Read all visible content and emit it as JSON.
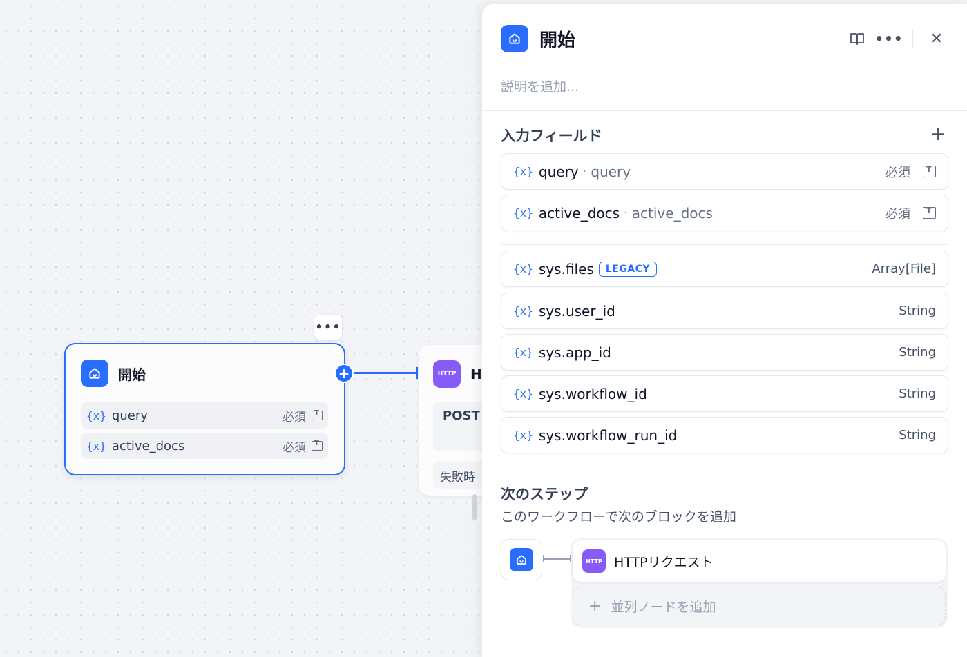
{
  "canvas": {
    "start_node": {
      "title": "開始",
      "more_label": "•••",
      "variables": [
        {
          "icon": "{x}",
          "name": "query",
          "required": "必須"
        },
        {
          "icon": "{x}",
          "name": "active_docs",
          "required": "必須"
        }
      ]
    },
    "http_node": {
      "badge": "HTTP",
      "title": "H",
      "method": "POST",
      "fail_label": "失敗時"
    }
  },
  "panel": {
    "title": "開始",
    "more_label": "•••",
    "close_label": "✕",
    "description_placeholder": "説明を追加...",
    "input_section": {
      "title": "入力フィールド",
      "add_label": "+",
      "fields": [
        {
          "icon": "{x}",
          "name": "query",
          "label": "query",
          "required": "必須"
        },
        {
          "icon": "{x}",
          "name": "active_docs",
          "label": "active_docs",
          "required": "必須"
        }
      ],
      "system_vars": [
        {
          "icon": "{x}",
          "name": "sys.files",
          "badge": "LEGACY",
          "type": "Array[File]"
        },
        {
          "icon": "{x}",
          "name": "sys.user_id",
          "type": "String"
        },
        {
          "icon": "{x}",
          "name": "sys.app_id",
          "type": "String"
        },
        {
          "icon": "{x}",
          "name": "sys.workflow_id",
          "type": "String"
        },
        {
          "icon": "{x}",
          "name": "sys.workflow_run_id",
          "type": "String"
        }
      ]
    },
    "next_step": {
      "title": "次のステップ",
      "subtitle": "このワークフローで次のブロックを追加",
      "next_badge": "HTTP",
      "next_node": "HTTPリクエスト",
      "add_plus": "+",
      "add_parallel": "並列ノードを追加"
    }
  },
  "colors": {
    "accent": "#296dff",
    "http_purple": "#875bf7"
  }
}
